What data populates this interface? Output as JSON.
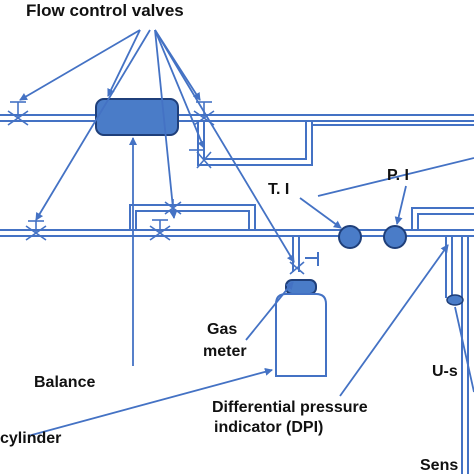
{
  "labels": {
    "flow_control_valves": "Flow control valves",
    "ti": "T. I",
    "pi": "P. I",
    "gas": "Gas",
    "meter": "meter",
    "balance": "Balance",
    "u_s": "U-s",
    "differential_pressure": "Differential pressure",
    "indicator_dpi": "indicator (DPI)",
    "cylinder": "cylinder",
    "sens": "Sens"
  },
  "colors": {
    "pipe": "#4472c4",
    "component_fill": "#4a7cc8",
    "component_stroke": "#1f3f7a",
    "arrow": "#4472c4",
    "text": "#111111"
  }
}
